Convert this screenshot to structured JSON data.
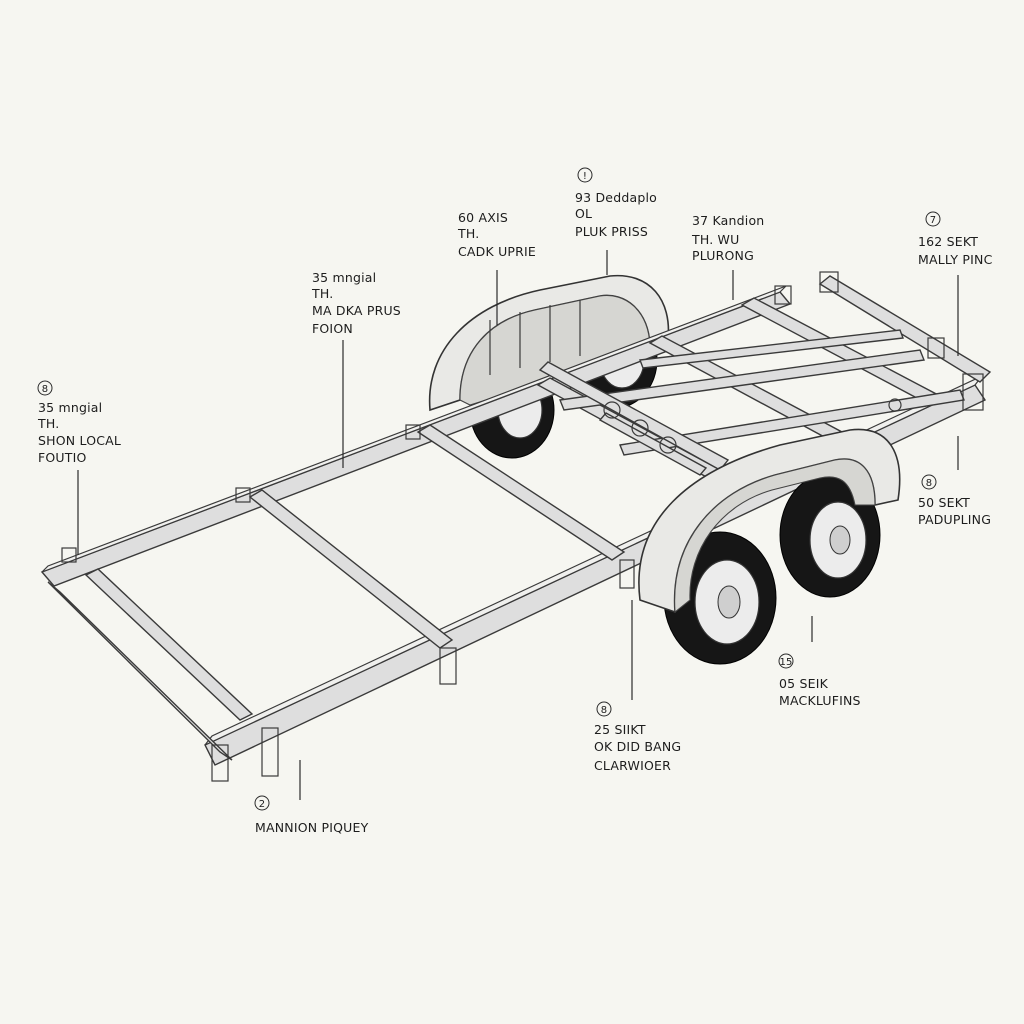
{
  "callouts": [
    {
      "id": "c1",
      "lines": [
        "60 AXIS",
        "TH.",
        "CADK UPRIE"
      ]
    },
    {
      "id": "c2",
      "marker": "!",
      "lines": [
        "93 Deddaplo",
        "OL",
        "PLUK PRISS"
      ]
    },
    {
      "id": "c3",
      "lines": [
        "37 Kandion",
        "TH. WU",
        "PLURONG"
      ]
    },
    {
      "id": "c4",
      "marker": "7",
      "lines": [
        "162 SEKT",
        "MALLY PINC"
      ]
    },
    {
      "id": "c5",
      "lines": [
        "35 mngial",
        "TH.",
        "MA DKA PRUS",
        "FOION"
      ]
    },
    {
      "id": "c6",
      "marker": "8",
      "lines": [
        "35 mngial",
        "TH.",
        "SHON LOCAL",
        "FOUTIO"
      ]
    },
    {
      "id": "c7",
      "marker": "8",
      "lines": [
        "50 SEKT",
        "PADUPLING"
      ]
    },
    {
      "id": "c8",
      "marker": "15",
      "lines": [
        "05 SEIK",
        "MACKLUFINS"
      ]
    },
    {
      "id": "c9",
      "marker": "8",
      "lines": [
        "25 SIIKT",
        "OK DID BANG",
        "CLARWIOER"
      ]
    },
    {
      "id": "c10",
      "marker": "2",
      "lines": [
        "MANNION PIQUEY"
      ]
    }
  ]
}
